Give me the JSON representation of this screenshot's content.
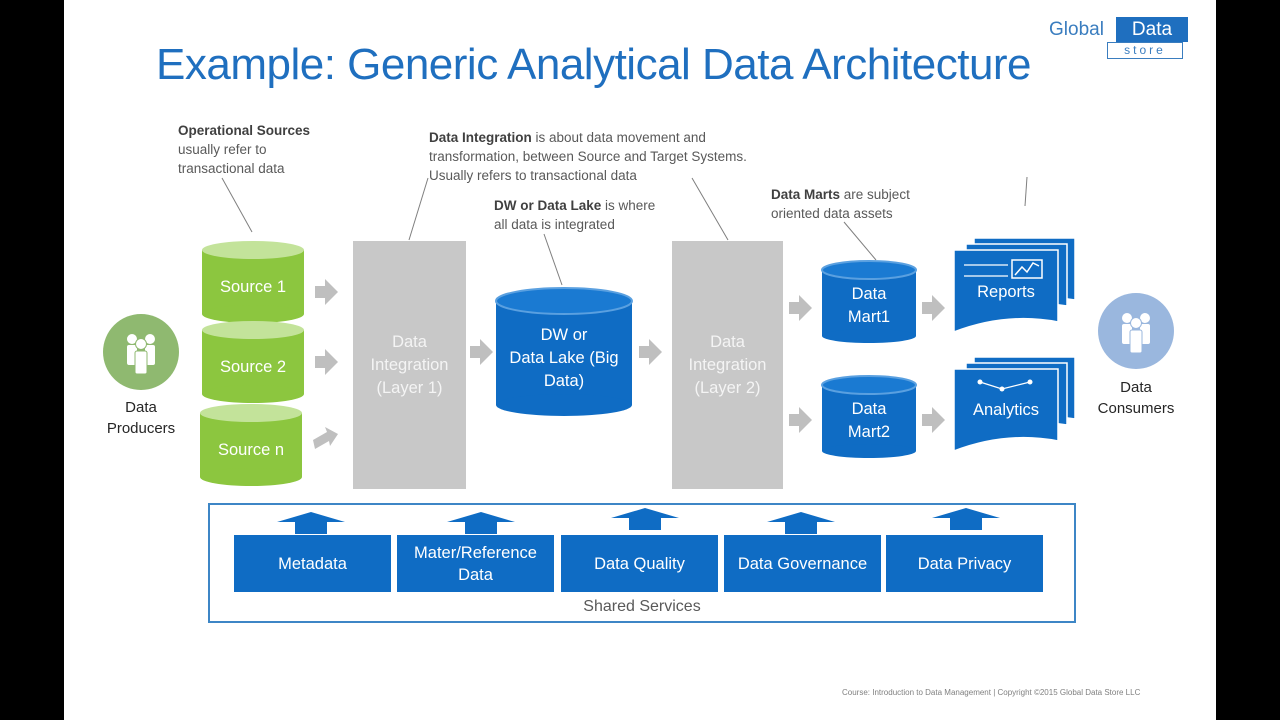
{
  "title": "Example: Generic Analytical Data Architecture",
  "logo": {
    "word1": "Global",
    "word2": "Data",
    "word3": "store"
  },
  "notes": {
    "operational": {
      "bold": "Operational Sources",
      "line1": "usually refer to",
      "line2": "transactional data"
    },
    "integration": {
      "bold": "Data Integration",
      "line1_rest": " is about data movement  and",
      "line2": "transformation, between Source and Target Systems.",
      "line3": "Usually refers to transactional data"
    },
    "dw": {
      "bold": "DW or Data Lake",
      "line1_rest": " is where",
      "line2": "all data is integrated"
    },
    "marts": {
      "bold": "Data Marts",
      "line1_rest": "  are subject",
      "line2": "oriented data assets"
    }
  },
  "producers": {
    "line1": "Data",
    "line2": "Producers"
  },
  "consumers": {
    "line1": "Data",
    "line2": "Consumers"
  },
  "sources": [
    "Source 1",
    "Source 2",
    "Source n"
  ],
  "integration1": {
    "line1": "Data",
    "line2": "Integration",
    "line3": "(Layer 1)"
  },
  "integration2": {
    "line1": "Data",
    "line2": "Integration",
    "line3": "(Layer 2)"
  },
  "dw": {
    "line1": "DW or",
    "line2": "Data Lake (Big",
    "line3": "Data)"
  },
  "marts": [
    {
      "line1": "Data",
      "line2": "Mart1"
    },
    {
      "line1": "Data",
      "line2": "Mart2"
    }
  ],
  "outputs": [
    "Reports",
    "Analytics"
  ],
  "services": [
    {
      "line1": "Metadata",
      "line2": ""
    },
    {
      "line1": "Mater/Reference",
      "line2": "Data"
    },
    {
      "line1": "Data Quality",
      "line2": ""
    },
    {
      "line1": "Data Governance",
      "line2": ""
    },
    {
      "line1": "Data Privacy",
      "line2": ""
    }
  ],
  "shared_label": "Shared Services",
  "footer": "Course: Introduction to Data Management | Copyright ©2015 Global Data Store LLC",
  "colors": {
    "blue": "#0f6cc4",
    "green": "#8cc63f",
    "gray": "#c8c8c8",
    "title": "#1f6fbf",
    "person_green": "#8fb970",
    "person_blue": "#9ab7de"
  }
}
